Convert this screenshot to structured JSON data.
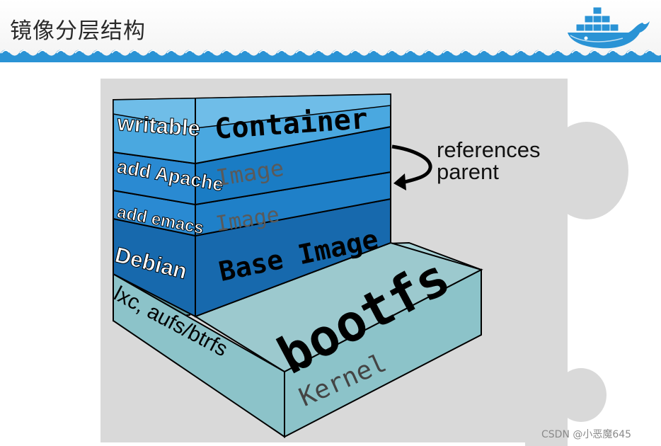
{
  "slide": {
    "title": "镜像分层结构"
  },
  "diagram": {
    "layers": [
      {
        "side_label": "writable",
        "front_label": "Container"
      },
      {
        "side_label": "add Apache",
        "front_label": "Image"
      },
      {
        "side_label": "add emacs",
        "front_label": "Image"
      },
      {
        "side_label": "Debian",
        "front_label": "Base Image"
      },
      {
        "side_label": "lxc, aufs/btrfs",
        "front_label": "Kernel"
      }
    ],
    "bootfs_label": "bootfs",
    "annotation": {
      "line1": "references",
      "line2": "parent"
    },
    "colors": {
      "container": "#4aa8e0",
      "image": "#1a7cc4",
      "base": "#1769ad",
      "kernel": "#8cc3c9"
    }
  },
  "watermark": "CSDN @小恶魔645"
}
